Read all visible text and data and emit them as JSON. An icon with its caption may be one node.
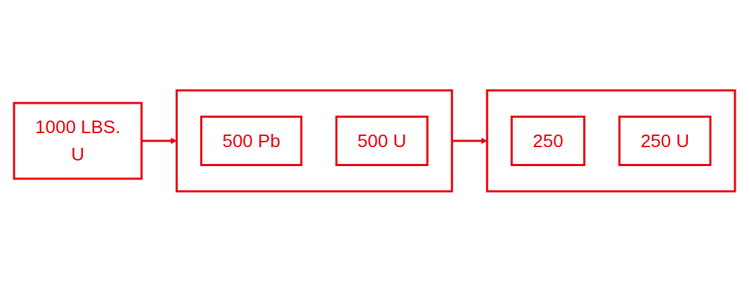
{
  "diagram": {
    "nodes": [
      {
        "text": [
          "1000 LBS.",
          "U"
        ]
      },
      {
        "text": [],
        "shape": "box"
      },
      {
        "text": [
          "500 Pb"
        ],
        "in": 1
      },
      {
        "text": [
          "500 U"
        ],
        "in": 1
      },
      {
        "text": [],
        "shape": "box"
      },
      {
        "text": [
          "250"
        ],
        "in": 4
      },
      {
        "text": [
          "250 U"
        ],
        "in": 4
      }
    ],
    "edges": [
      {
        "from": 0,
        "to": 1,
        "arrow": "to"
      },
      {
        "from": 1,
        "to": 4,
        "arrow": "to"
      }
    ]
  }
}
